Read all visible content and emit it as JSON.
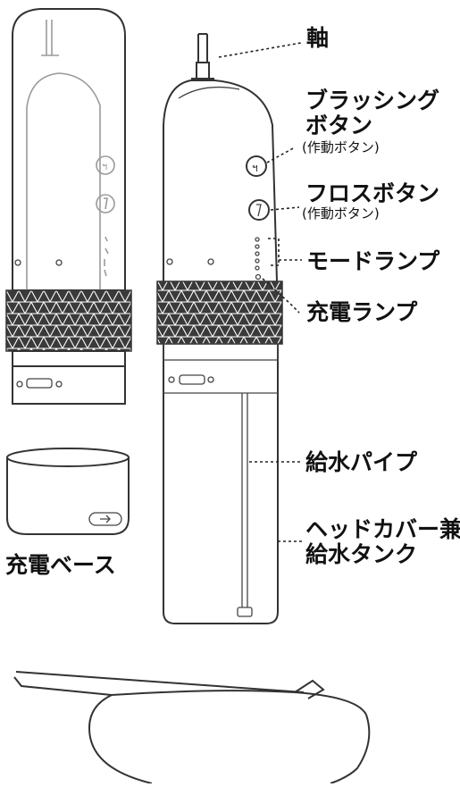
{
  "colors": {
    "line": "#333333",
    "ghost": "#9a9a9a",
    "knurl": "#3a3a3a",
    "text": "#111111"
  },
  "labels": {
    "shaft": "軸",
    "brushing_button_line1": "ブラッシング",
    "brushing_button_line2": "ボタン",
    "brushing_button_note": "(作動ボタン)",
    "floss_button": "フロスボタン",
    "floss_button_note": "(作動ボタン)",
    "mode_lamp": "モードランプ",
    "charge_lamp": "充電ランプ",
    "water_pipe": "給水パイプ",
    "head_cover_line1": "ヘッドカバー兼",
    "head_cover_line2": "給水タンク",
    "charging_base": "充電ベース"
  }
}
